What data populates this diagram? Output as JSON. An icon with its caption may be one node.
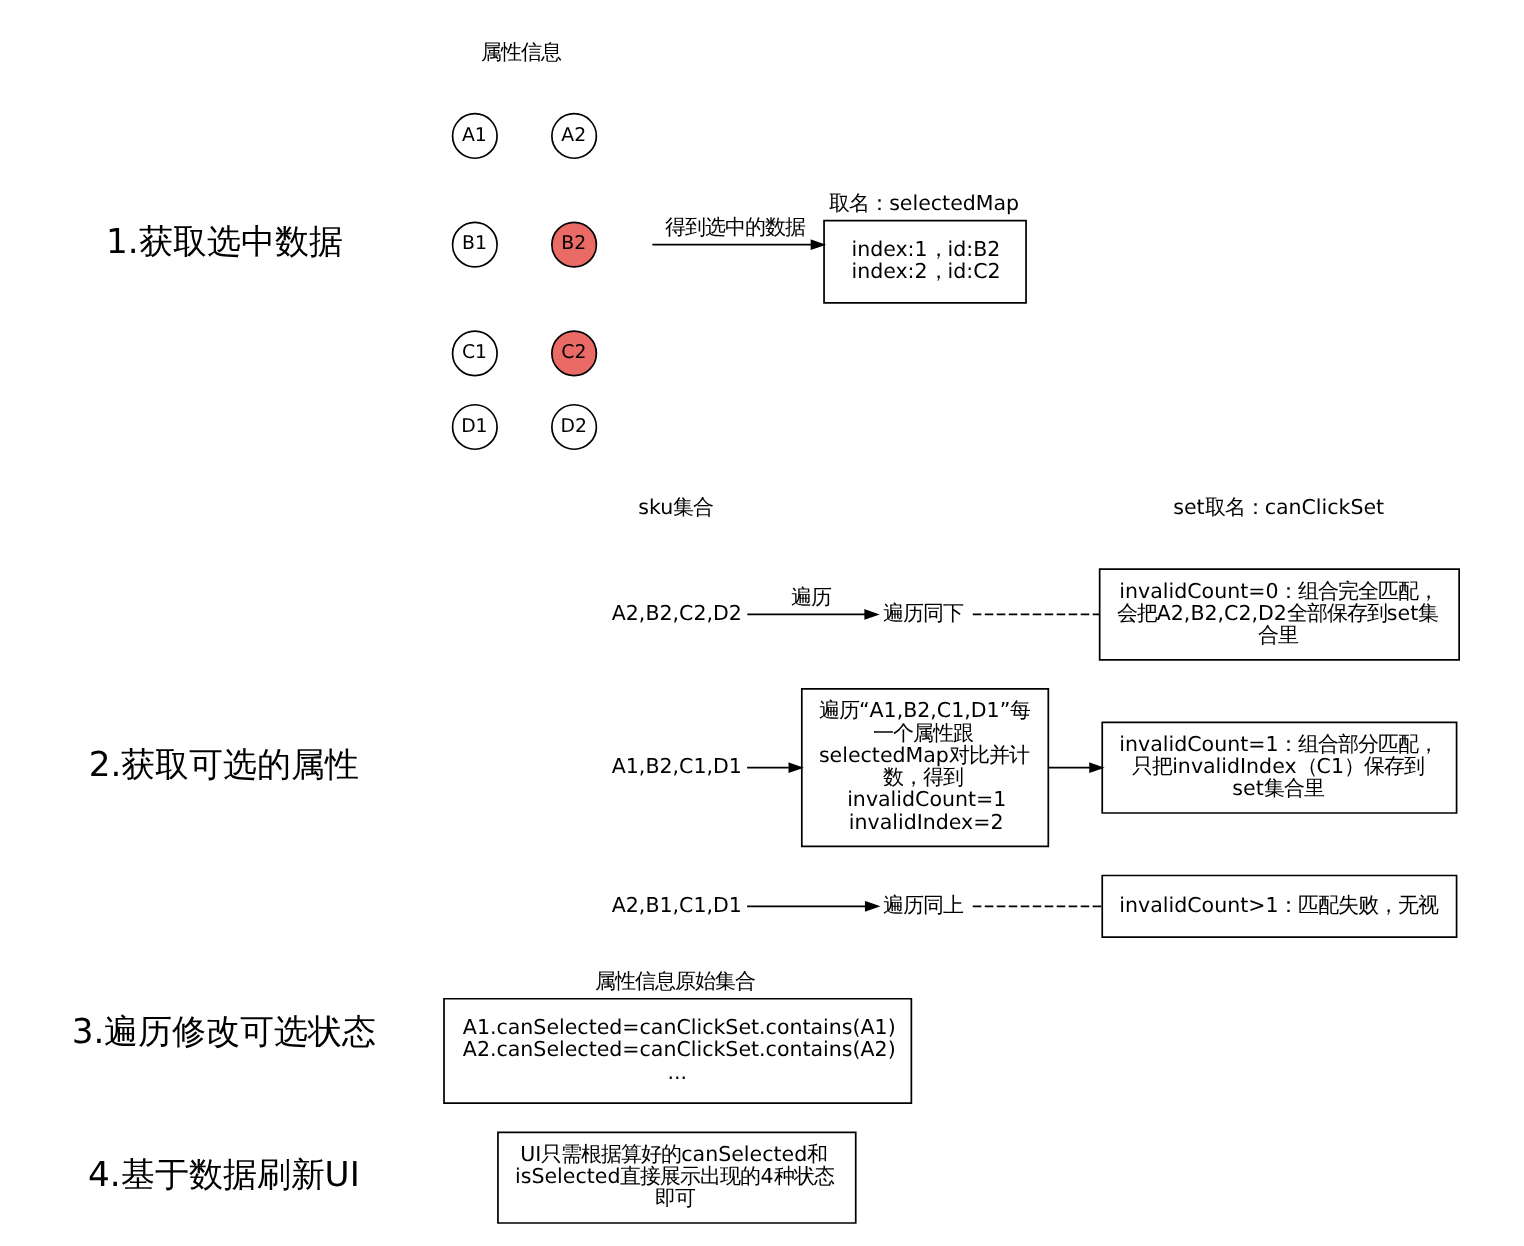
{
  "diagram": {
    "nodes": [
      {
        "text": [
          "A1"
        ]
      },
      {
        "text": [
          "A2"
        ]
      },
      {
        "text": [
          "B1"
        ]
      },
      {
        "text": [
          "B2"
        ]
      },
      {
        "text": [
          "C1"
        ]
      },
      {
        "text": [
          "C2"
        ]
      },
      {
        "text": [
          "D1"
        ]
      },
      {
        "text": [
          "D2"
        ]
      },
      {
        "text": [
          "取名：selectedMap",
          "index:1，id:B2",
          "index:2，id:C2"
        ]
      },
      {
        "text": [
          "invalidCount=0：组合完全匹配，会把A2,B2,C2,D2全部保存到set集合里"
        ]
      },
      {
        "text": [
          "遍历同下"
        ]
      },
      {
        "text": [
          "A2,B2,C2,D2"
        ]
      },
      {
        "text": [
          "A1,B2,C1,D1"
        ]
      },
      {
        "text": [
          "遍历“A1,B2,C1,D1”每一个属性跟selectedMap对比并计数，得到invalidCount=1 invalidIndex=2"
        ]
      },
      {
        "text": [
          "invalidCount=1：组合部分匹配，只把invalidIndex（C1）保存到set集合里"
        ]
      },
      {
        "text": [
          "A2,B1,C1,D1"
        ]
      },
      {
        "text": [
          "遍历同上"
        ]
      },
      {
        "text": [
          "invalidCount>1：匹配失败，无视"
        ]
      },
      {
        "text": [
          "属性信息原始集合",
          "A1.canSelected=canClickSet.contains(A1)",
          "A2.canSelected=canClickSet.contains(A2)",
          "..."
        ]
      },
      {
        "text": [
          "UI只需根据算好的canSelected和isSelected直接展示出现的4种状态即可"
        ]
      }
    ],
    "edges": [
      {
        "from": null,
        "to": 8,
        "arrow": "to",
        "label": "得到选中的数据"
      },
      {
        "from": 11,
        "to": 10,
        "arrow": "to",
        "label": "遍历"
      },
      {
        "from": 10,
        "to": 9,
        "arrow": "none",
        "style": "dashed"
      },
      {
        "from": 12,
        "to": 13,
        "arrow": "to"
      },
      {
        "from": 13,
        "to": 14,
        "arrow": "to"
      },
      {
        "from": 15,
        "to": 16,
        "arrow": "to"
      },
      {
        "from": 16,
        "to": 17,
        "arrow": "none",
        "style": "dashed"
      }
    ],
    "labels": [
      "属性信息",
      "1.获取选中数据",
      "set取名：canClickSet",
      "sku集合",
      "2.获取可选的属性",
      "3.遍历修改可选状态",
      "4.基于数据刷新UI"
    ]
  }
}
